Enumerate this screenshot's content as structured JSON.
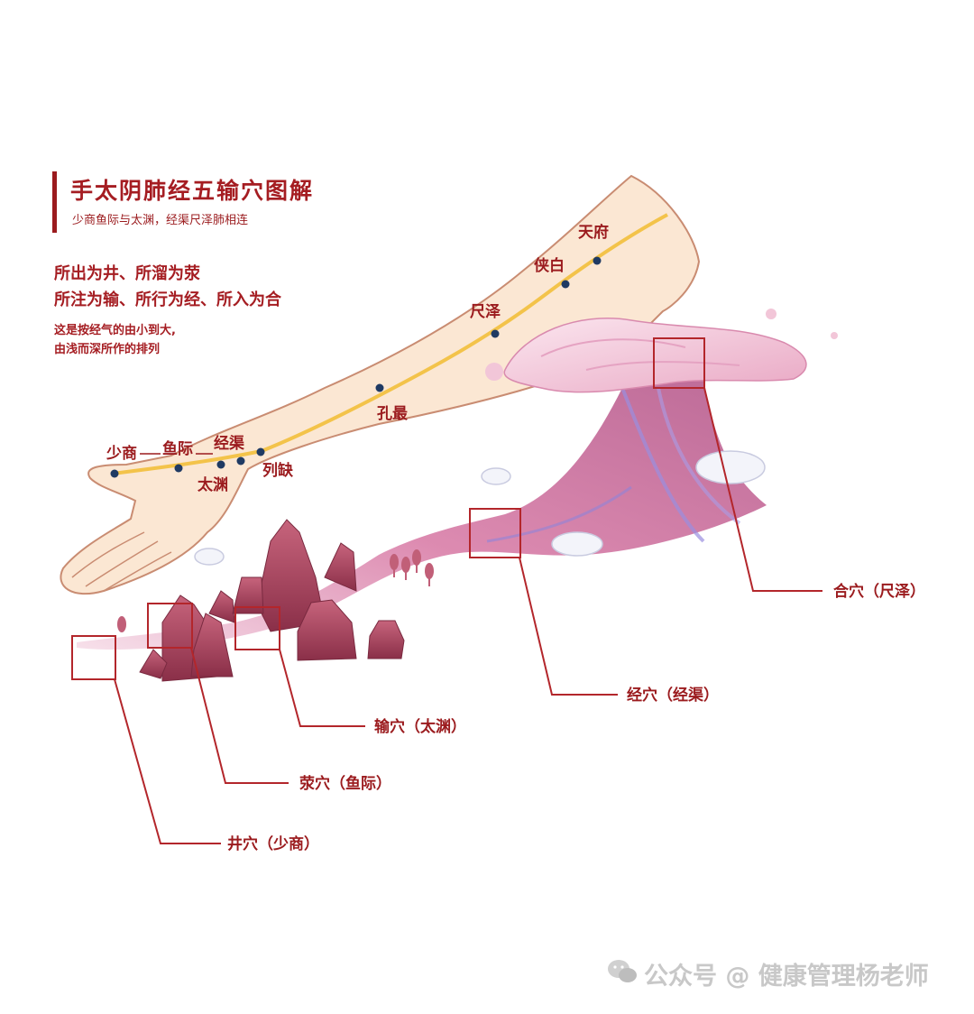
{
  "header": {
    "title": "手太阴肺经五输穴图解",
    "subtitle": "少商鱼际与太渊，经渠尺泽肺相连"
  },
  "rules": {
    "line1": "所出为井、所溜为荥",
    "line2": "所注为输、所行为经、所入为合",
    "note1": "这是按经气的由小到大,",
    "note2": "由浅而深所作的排列"
  },
  "meridian_points": [
    {
      "name": "少商"
    },
    {
      "name": "鱼际"
    },
    {
      "name": "太渊"
    },
    {
      "name": "经渠"
    },
    {
      "name": "列缺"
    },
    {
      "name": "孔最"
    },
    {
      "name": "尺泽"
    },
    {
      "name": "侠白"
    },
    {
      "name": "天府"
    }
  ],
  "callouts": [
    {
      "label": "井穴（少商）"
    },
    {
      "label": "荥穴（鱼际）"
    },
    {
      "label": "输穴（太渊）"
    },
    {
      "label": "经穴（经渠）"
    },
    {
      "label": "合穴（尺泽）"
    }
  ],
  "colors": {
    "accent": "#a51d22",
    "meridian_line": "#f3c34a",
    "point_dot": "#1f3a63",
    "skin": "#fbe7d3",
    "callout_line": "#b3262b"
  },
  "watermark": {
    "text": "公众号 @ 健康管理杨老师",
    "icon": "wechat-icon"
  }
}
